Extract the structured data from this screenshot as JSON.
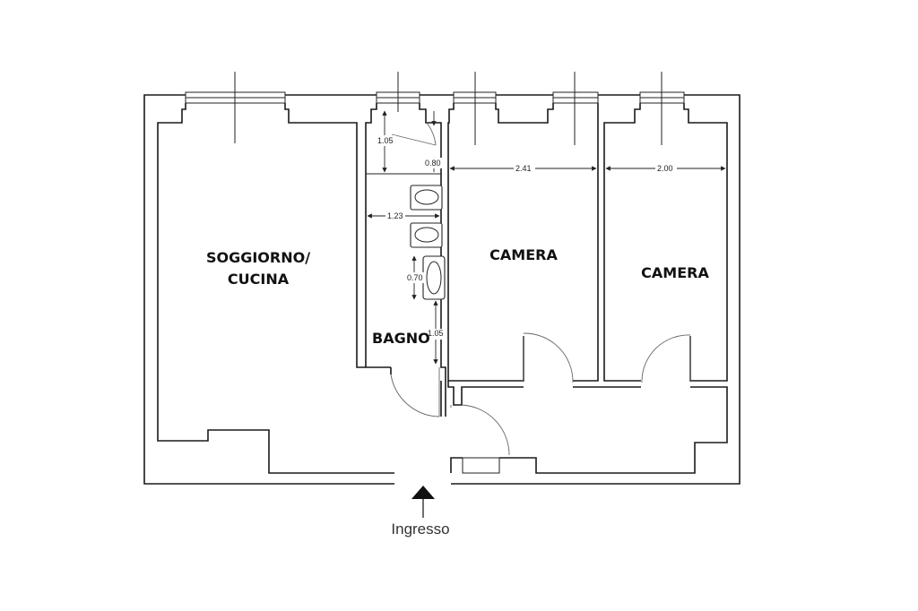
{
  "rooms": {
    "living_line1": "SOGGIORNO/",
    "living_line2": "CUCINA",
    "bath": "BAGNO",
    "bedroom1": "CAMERA",
    "bedroom2": "CAMERA"
  },
  "dimensions": {
    "bath_upper_height": "1.05",
    "bath_door_width": "0.80",
    "bath_width": "1.23",
    "shower_width": "0.70",
    "bath_lower_height": "1.05",
    "bedroom1_width": "2.41",
    "bedroom2_width": "2.00"
  },
  "entrance": {
    "label": "Ingresso",
    "icon": "arrow-up-icon"
  }
}
